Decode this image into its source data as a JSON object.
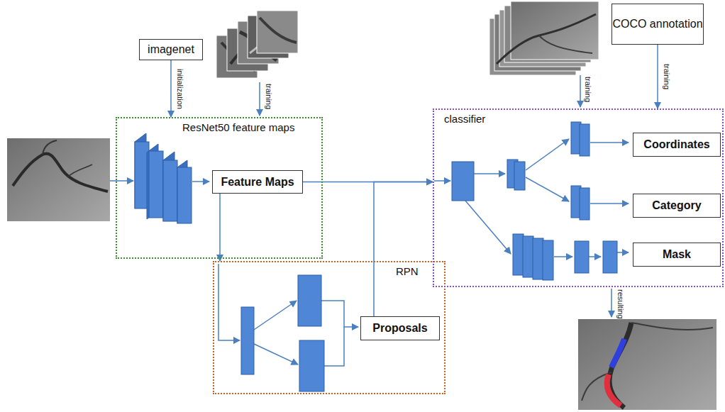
{
  "diagram": {
    "nodes": [
      {
        "text": [
          "imagenet"
        ]
      },
      {
        "text": [
          "ResNet50 feature maps"
        ]
      },
      {
        "text": [
          "Feature Maps"
        ],
        "in": 1
      },
      {
        "text": [
          "RPN"
        ]
      },
      {
        "text": [
          "Proposals"
        ],
        "in": 3
      },
      {
        "text": [
          "classifier"
        ]
      },
      {
        "text": [
          "COCO annotation"
        ]
      },
      {
        "text": [
          "Coordinates"
        ],
        "in": 5
      },
      {
        "text": [
          "Category"
        ],
        "in": 5
      },
      {
        "text": [
          "Mask"
        ],
        "in": 5
      }
    ],
    "edges": [
      {
        "from": 0,
        "to": 1,
        "arrow": "to",
        "label": "initialization"
      },
      {
        "from": 2,
        "to": 5,
        "arrow": "to"
      },
      {
        "from": 2,
        "to": 3,
        "arrow": "to"
      },
      {
        "from": 4,
        "to": 5,
        "arrow": "to"
      },
      {
        "from": 6,
        "to": 5,
        "arrow": "to",
        "label": "training"
      }
    ],
    "labels": [
      "training",
      "training",
      "resulting"
    ]
  }
}
